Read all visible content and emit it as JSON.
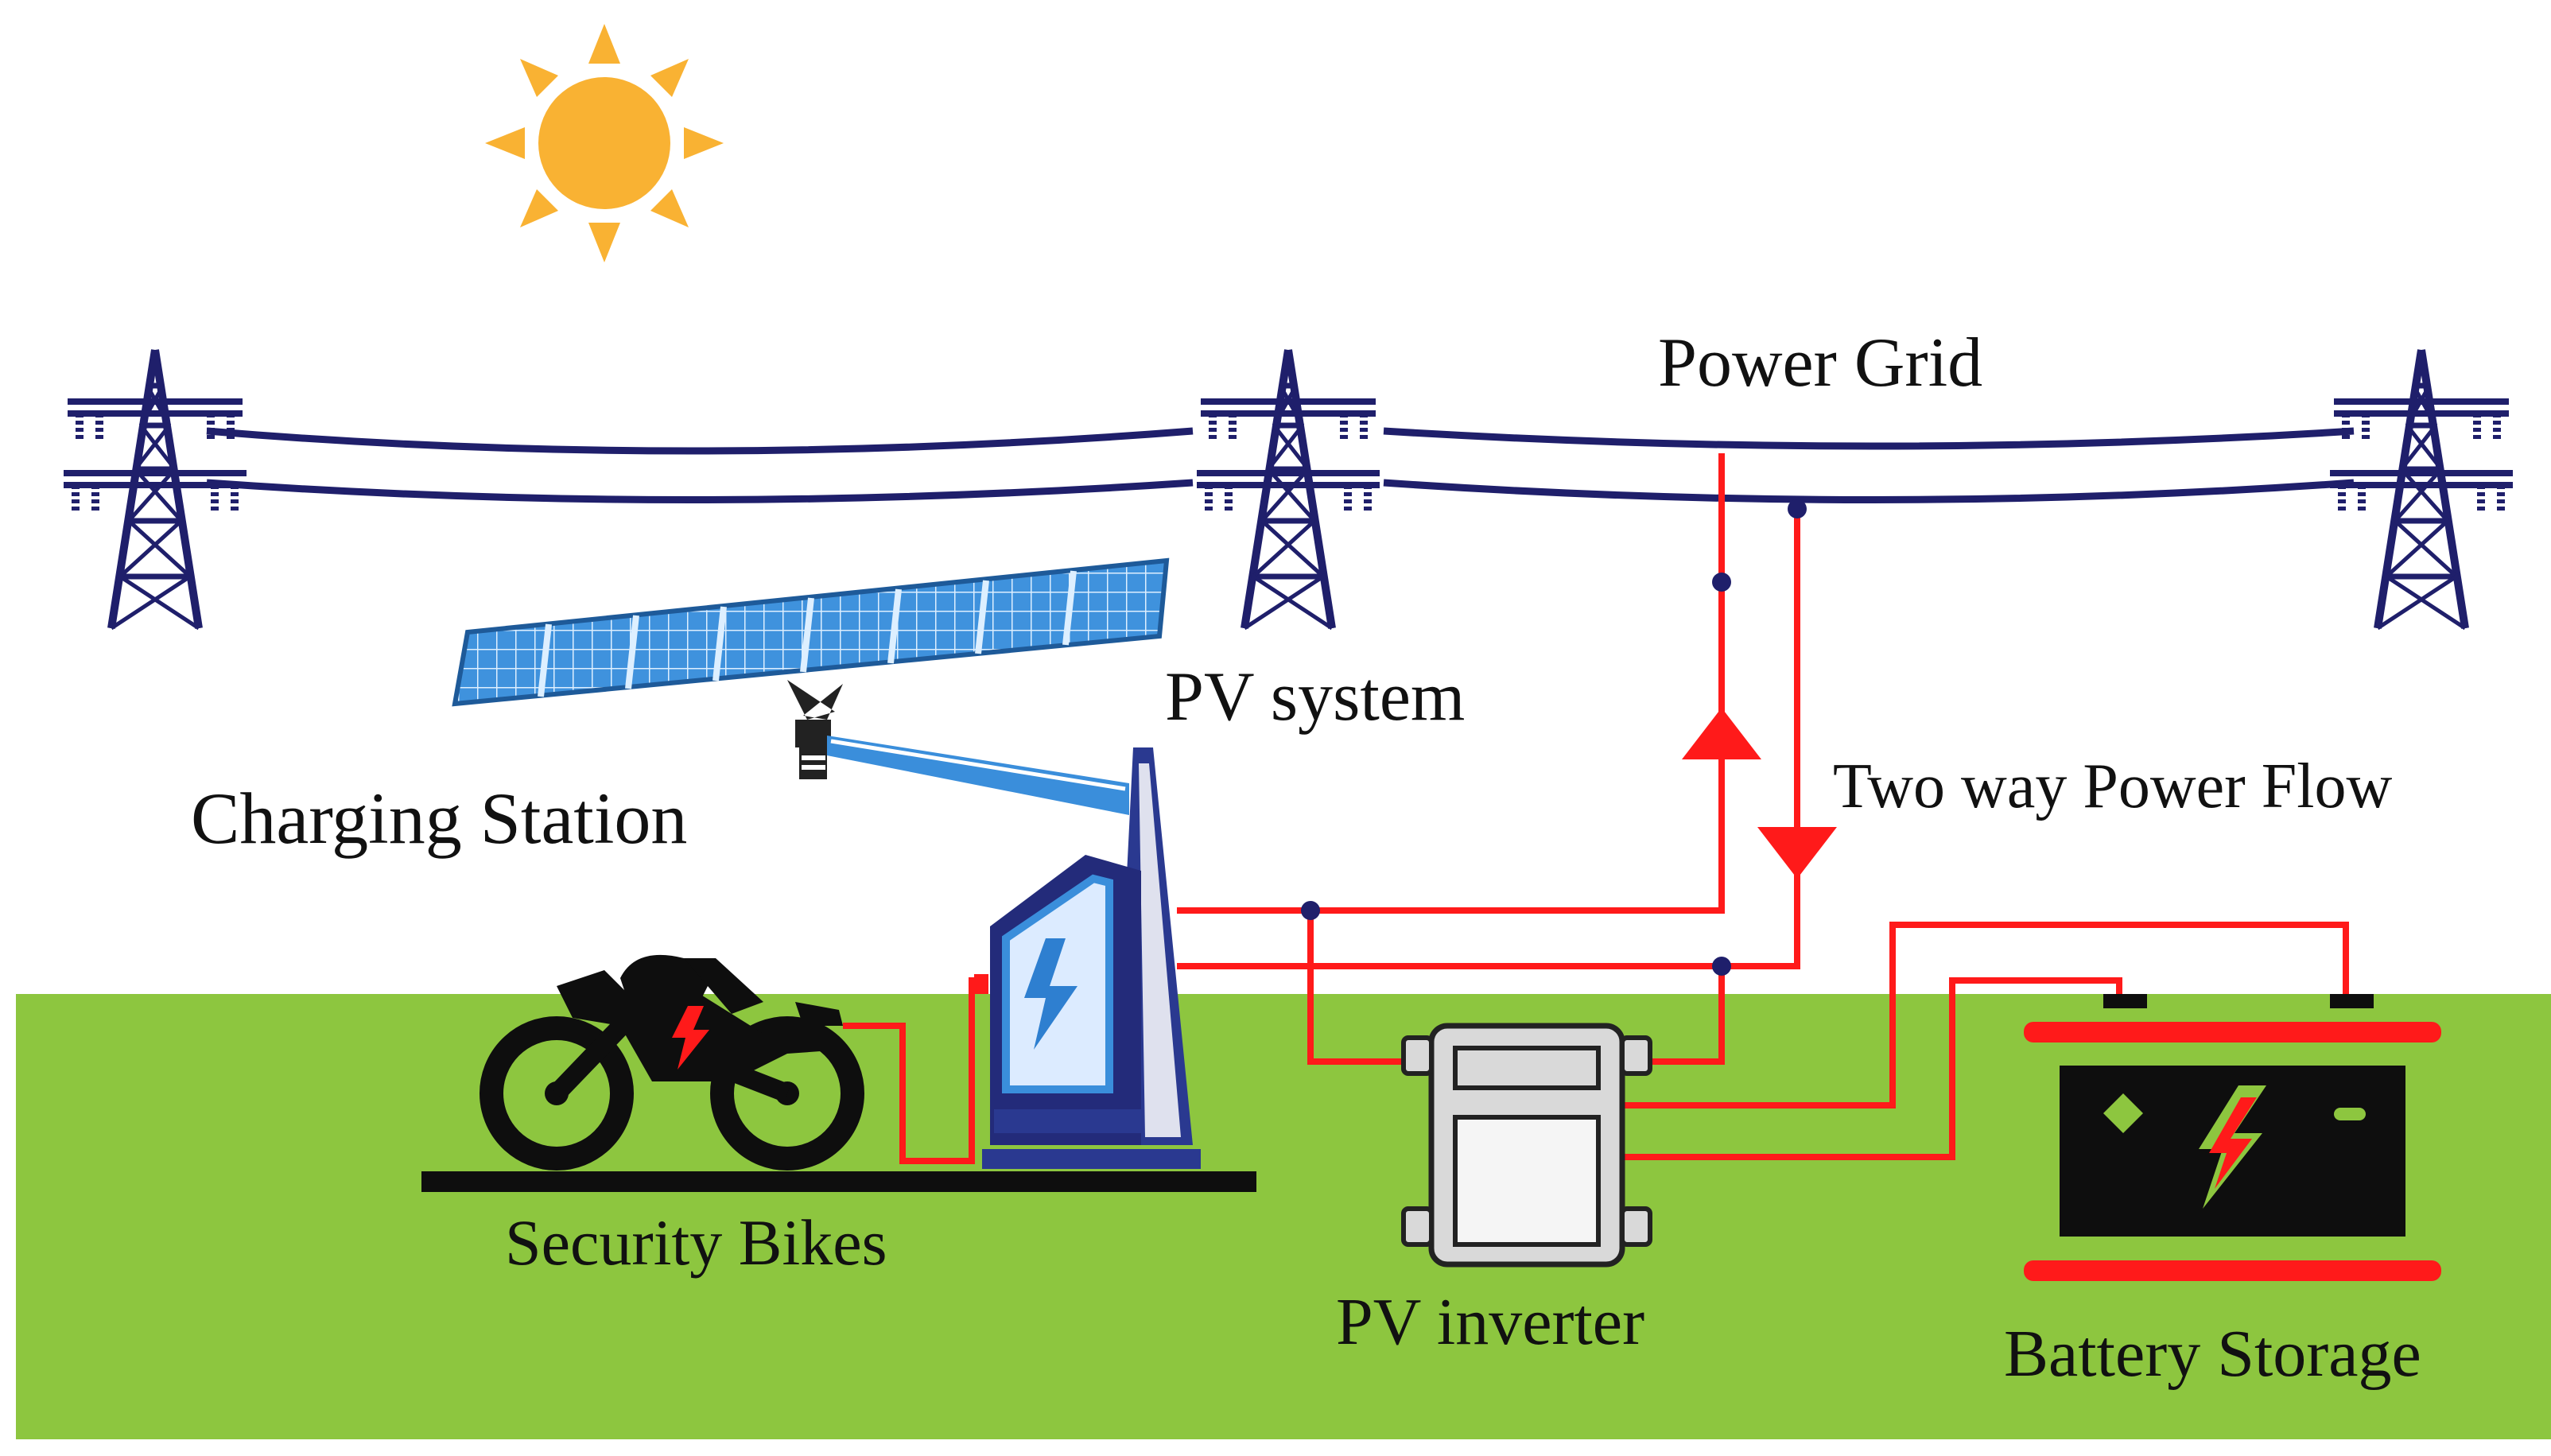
{
  "labels": {
    "power_grid": "Power Grid",
    "pv_system": "PV system",
    "two_way_flow": "Two way Power Flow",
    "charging_station": "Charging Station",
    "security_bikes": "Security Bikes",
    "pv_inverter": "PV inverter",
    "battery_storage": "Battery Storage"
  },
  "icons": {
    "sun": "sun-icon",
    "tower": "transmission-tower-icon",
    "solar_panel": "solar-panel-icon",
    "charger": "ev-charger-icon",
    "bike": "motorcycle-icon",
    "inverter": "inverter-icon",
    "battery": "battery-icon",
    "bolt": "lightning-bolt-icon"
  },
  "colors": {
    "sun": "#F9B233",
    "grid_line": "#1F1F6B",
    "power_line": "#FF1A1A",
    "ground": "#8DC63F",
    "panel_blue": "#3A8EDB",
    "charger_navy": "#232B7A",
    "battery_red": "#FF1A1A",
    "inverter_gray": "#D9D9D9"
  }
}
